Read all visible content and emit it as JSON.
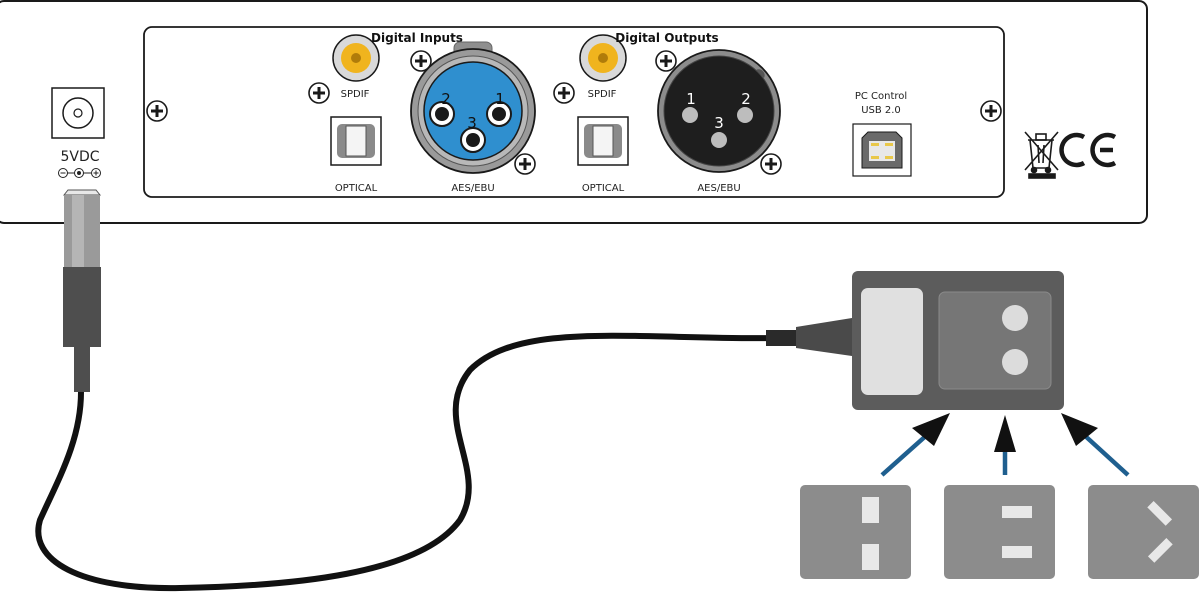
{
  "power": {
    "voltage_label": "5VDC"
  },
  "panel": {
    "digital_inputs_title": "Digital Inputs",
    "digital_outputs_title": "Digital Outputs",
    "spdif_in_label": "SPDIF",
    "spdif_out_label": "SPDIF",
    "optical_in_label": "OPTICAL",
    "optical_out_label": "OPTICAL",
    "aes_in_label": "AES/EBU",
    "aes_out_label": "AES/EBU",
    "pc_control_label": "PC Control",
    "usb_label": "USB 2.0",
    "xlr_in_pins": [
      "2",
      "1",
      "3"
    ],
    "xlr_out_pins": [
      "1",
      "2",
      "3"
    ],
    "ce_mark": "CE"
  },
  "colors": {
    "outline": "#1a1a1a",
    "rca_gold": "#f0b41e",
    "xlr_in_blue": "#2f8fcf",
    "xlr_body_gray": "#9a9a9a",
    "adapter_dark": "#5c5c5c",
    "plug_gray": "#8c8c8c",
    "arrow_blue": "#1f5f8f"
  },
  "icons": [
    "screw-icon",
    "weee-bin-icon",
    "ce-icon",
    "dc-polarity-icon"
  ]
}
